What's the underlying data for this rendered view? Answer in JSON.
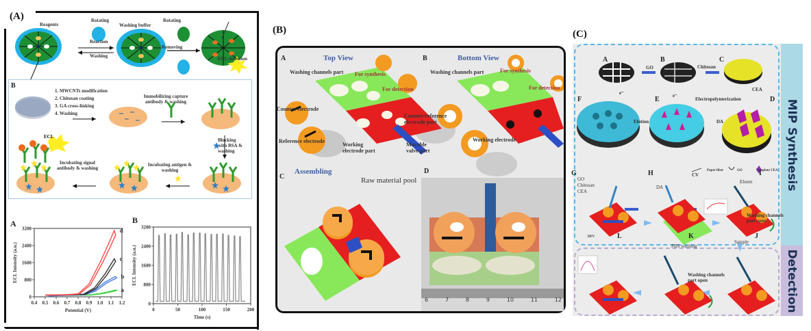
{
  "panels": {
    "A": {
      "label": "(A)",
      "top_scheme": {
        "reagents": "Reagents",
        "rotating_1": "Rotating",
        "reaction": "Reaction",
        "washing": "Washing",
        "washing_buffer": "Washing buffer",
        "rotating_2": "Rotating",
        "removing": "Removing",
        "ecl_detection": "ECL detection"
      },
      "sub_b": {
        "label": "B",
        "steps": [
          "1.  MWCNTs modification",
          "2.  Chitosan coating",
          "3.  GA cross-linking",
          "4.  Washing"
        ],
        "immobilizing": "Immobilizing capture antibody & washing",
        "blocking": "Blocking with BSA & washing",
        "incubating_antigen": "Incubating antigen & washing",
        "incubating_signal": "Incubating signal antibody & washing",
        "ecl": "ECL"
      }
    },
    "B": {
      "label": "(B)",
      "sub": {
        "A": "A",
        "B": "B",
        "C": "C",
        "D": "D",
        "top_view": "Top View",
        "bottom_view": "Bottom View",
        "assembling": "Assembling",
        "washing_channels_1": "Washing channels part",
        "washing_channels_2": "Washing channels part",
        "for_synthesis_1": "For synthesis",
        "for_detection_1": "For detection",
        "for_synthesis_2": "For synthesis",
        "for_detection_2": "For detection",
        "counter_electrode": "Counter electrode",
        "reference_electrode": "Reference electrode",
        "working_electrode_part": "Working electrode part",
        "movable_valve": "Movable valve part",
        "counter_reference": "Counter/reference electrode part",
        "working_electrode": "Working electrode",
        "raw_material_pool": "Raw material pool",
        "ruler_ticks": [
          "6",
          "7",
          "8",
          "9",
          "10",
          "11",
          "12"
        ]
      }
    },
    "C": {
      "label": "(C)",
      "side_mip": "MIP Synthesis",
      "side_detection": "Detection",
      "steps": {
        "A": "A",
        "B": "B",
        "C": "C",
        "D": "D",
        "E": "E",
        "F": "F",
        "G": "G",
        "H": "H",
        "I": "I",
        "J": "J",
        "K": "K",
        "L": "L"
      },
      "arrows": {
        "go": "GO",
        "chitosan": "Chitosan",
        "cea": "CEA",
        "da": "DA",
        "electropolymerization": "Electropolymerization",
        "elution": "Elution",
        "electron": "e⁻"
      },
      "legend": {
        "paper_fiber": "Paper fiber",
        "go": "GO",
        "template_cea": "Template CEA"
      },
      "g_inputs": [
        "GO",
        "Chitosan",
        "CEA"
      ],
      "h_da": "DA",
      "h_cv": "CV",
      "i_eluent": "Eluent",
      "i_open": "Washing channels part open",
      "j_sample": "Sample",
      "k_pbs": "PBS washing",
      "k_open": "Washing channels part open",
      "l_dpv": "DPV"
    }
  },
  "chart_data": [
    {
      "type": "line",
      "panel": "A",
      "title": "",
      "xlabel": "Potential (V)",
      "ylabel": "ECL Intensity (a.u.)",
      "xlim": [
        0.4,
        1.2
      ],
      "ylim": [
        0,
        3200
      ],
      "xticks": [
        "0.4",
        "0.5",
        "0.6",
        "0.7",
        "0.8",
        "0.9",
        "1.0",
        "1.1",
        "1.2"
      ],
      "yticks": [
        "0",
        "800",
        "1600",
        "2400",
        "3200"
      ],
      "series": [
        {
          "name": "a",
          "color": "#3ed33e",
          "x": [
            0.5,
            0.7,
            0.9,
            1.0,
            1.1,
            1.14
          ],
          "y": [
            80,
            80,
            90,
            150,
            260,
            320
          ]
        },
        {
          "name": "b",
          "color": "#4a7fe0",
          "x": [
            0.53,
            0.7,
            0.85,
            0.95,
            1.05,
            1.14
          ],
          "y": [
            40,
            80,
            100,
            300,
            700,
            950
          ]
        },
        {
          "name": "c",
          "color": "#333333",
          "x": [
            0.5,
            0.7,
            0.85,
            0.95,
            1.05,
            1.13
          ],
          "y": [
            80,
            90,
            120,
            420,
            1100,
            1780
          ]
        },
        {
          "name": "d",
          "color": "#ff4a4a",
          "x": [
            0.5,
            0.7,
            0.8,
            0.9,
            1.0,
            1.08,
            1.13
          ],
          "y": [
            80,
            100,
            140,
            600,
            1600,
            2500,
            3100
          ]
        }
      ]
    },
    {
      "type": "line",
      "panel": "B",
      "title": "",
      "xlabel": "Time (s)",
      "ylabel": "ECL Intensity (a.u.)",
      "xlim": [
        0,
        210
      ],
      "ylim": [
        0,
        3200
      ],
      "xticks": [
        "0",
        "50",
        "100",
        "150",
        "200"
      ],
      "yticks": [
        "0",
        "800",
        "1600",
        "2400",
        "3200"
      ],
      "series": [
        {
          "name": "peaks",
          "color": "#888888",
          "peak_times": [
            12,
            25,
            37,
            50,
            62,
            75,
            87,
            100,
            112,
            125,
            137,
            150,
            162,
            175,
            187
          ],
          "peak_values": [
            2850,
            2920,
            2870,
            2900,
            2980,
            2880,
            2950,
            2950,
            2920,
            2890,
            2900,
            2910,
            2850,
            2830,
            2800
          ],
          "baseline": 100
        }
      ]
    }
  ]
}
